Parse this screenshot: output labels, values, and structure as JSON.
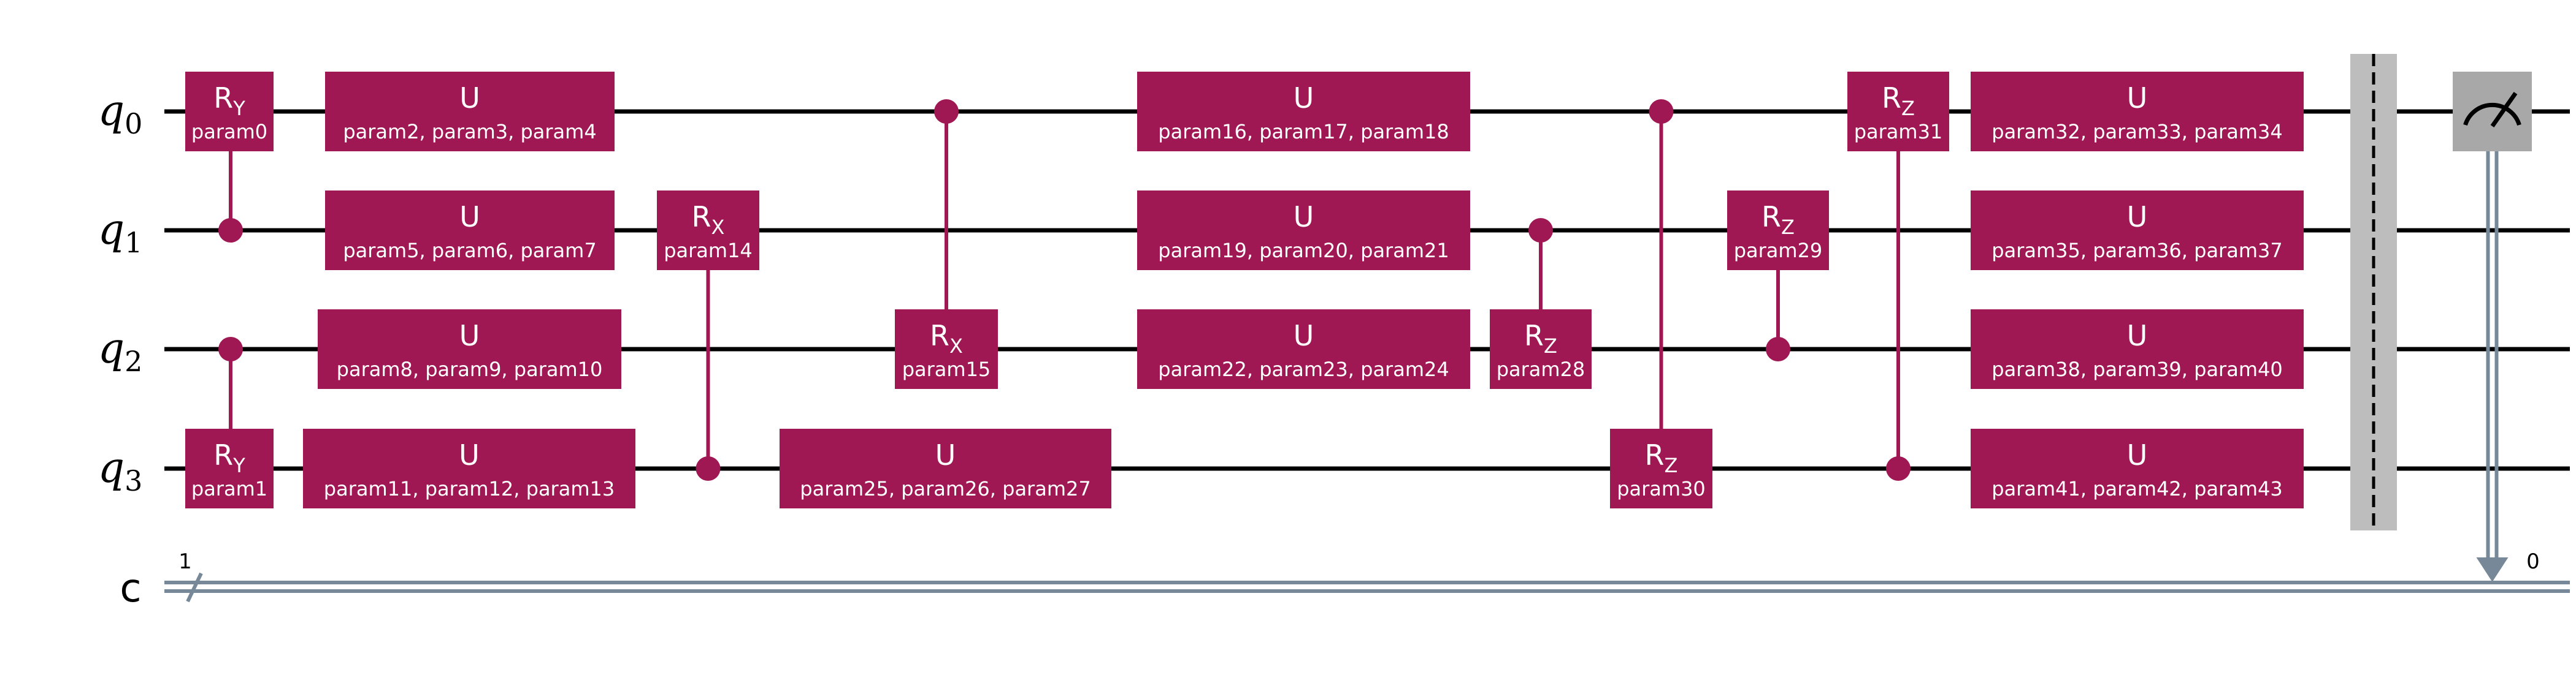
{
  "colors": {
    "gate": "#9f1853",
    "gate_text": "#ffffff",
    "wire": "#000000",
    "classical": "#778899",
    "barrier": "#bdbdbd",
    "measure_box": "#a8a8a8"
  },
  "qubits": [
    {
      "base": "q",
      "index": "0"
    },
    {
      "base": "q",
      "index": "1"
    },
    {
      "base": "q",
      "index": "2"
    },
    {
      "base": "q",
      "index": "3"
    }
  ],
  "classical_register": {
    "label": "c",
    "size_label": "1",
    "measure_bit_label": "0"
  },
  "gates": [
    {
      "id": "ry-q0",
      "kind": "single",
      "wire": 0,
      "name": "R",
      "sub": "Y",
      "params": "param0"
    },
    {
      "id": "ry-q3",
      "kind": "single",
      "wire": 3,
      "name": "R",
      "sub": "Y",
      "params": "param1"
    },
    {
      "id": "u-q0-a",
      "kind": "single",
      "wire": 0,
      "name": "U",
      "sub": "",
      "params": "param2, param3, param4"
    },
    {
      "id": "u-q1-a",
      "kind": "single",
      "wire": 1,
      "name": "U",
      "sub": "",
      "params": "param5, param6, param7"
    },
    {
      "id": "u-q2-a",
      "kind": "single",
      "wire": 2,
      "name": "U",
      "sub": "",
      "params": "param8, param9, param10"
    },
    {
      "id": "u-q3-a",
      "kind": "single",
      "wire": 3,
      "name": "U",
      "sub": "",
      "params": "param11, param12, param13"
    },
    {
      "id": "crx-q3-q1",
      "kind": "controlled",
      "wire": 1,
      "control": 3,
      "name": "R",
      "sub": "X",
      "params": "param14"
    },
    {
      "id": "crx-q0-q2",
      "kind": "controlled",
      "wire": 2,
      "control": 0,
      "name": "R",
      "sub": "X",
      "params": "param15"
    },
    {
      "id": "u-q3-b",
      "kind": "single",
      "wire": 3,
      "name": "U",
      "sub": "",
      "params": "param25, param26, param27"
    },
    {
      "id": "u-q0-b",
      "kind": "single",
      "wire": 0,
      "name": "U",
      "sub": "",
      "params": "param16, param17, param18"
    },
    {
      "id": "u-q1-b",
      "kind": "single",
      "wire": 1,
      "name": "U",
      "sub": "",
      "params": "param19, param20, param21"
    },
    {
      "id": "u-q2-b",
      "kind": "single",
      "wire": 2,
      "name": "U",
      "sub": "",
      "params": "param22, param23, param24"
    },
    {
      "id": "crz-q1-q2",
      "kind": "controlled",
      "wire": 2,
      "control": 1,
      "name": "R",
      "sub": "Z",
      "params": "param28"
    },
    {
      "id": "crz-q0-q3",
      "kind": "controlled",
      "wire": 3,
      "control": 0,
      "name": "R",
      "sub": "Z",
      "params": "param30"
    },
    {
      "id": "crz-q2-q1",
      "kind": "controlled",
      "wire": 1,
      "control": 2,
      "name": "R",
      "sub": "Z",
      "params": "param29"
    },
    {
      "id": "crz-q3-q0",
      "kind": "controlled",
      "wire": 0,
      "control": 3,
      "name": "R",
      "sub": "Z",
      "params": "param31"
    },
    {
      "id": "u-q0-c",
      "kind": "single",
      "wire": 0,
      "name": "U",
      "sub": "",
      "params": "param32, param33, param34"
    },
    {
      "id": "u-q1-c",
      "kind": "single",
      "wire": 1,
      "name": "U",
      "sub": "",
      "params": "param35, param36, param37"
    },
    {
      "id": "u-q2-c",
      "kind": "single",
      "wire": 2,
      "name": "U",
      "sub": "",
      "params": "param38, param39, param40"
    },
    {
      "id": "u-q3-c",
      "kind": "single",
      "wire": 3,
      "name": "U",
      "sub": "",
      "params": "param41, param42, param43"
    }
  ],
  "barrier": {
    "wires": [
      0,
      1,
      2,
      3
    ]
  },
  "measurement": {
    "qubit": 0,
    "bit_label": "0"
  }
}
